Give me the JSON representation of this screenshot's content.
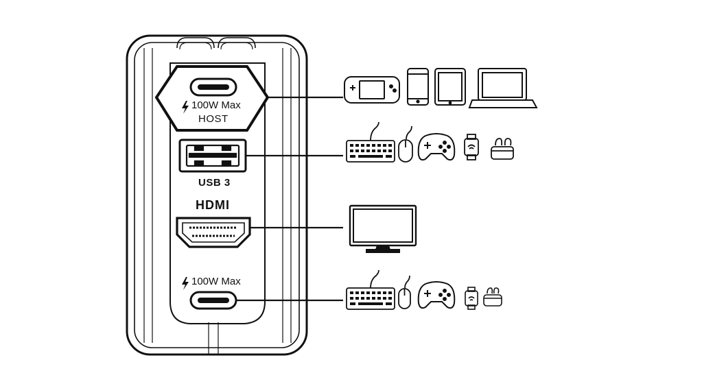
{
  "ports": [
    {
      "id": "usbc-host",
      "power_label": "100W Max",
      "role_label": "HOST",
      "icon": "lightning-bolt-icon"
    },
    {
      "id": "usb-a",
      "label": "USB 3"
    },
    {
      "id": "hdmi",
      "logo_text": "HDMI"
    },
    {
      "id": "usbc-power",
      "power_label": "100W Max",
      "icon": "lightning-bolt-icon"
    }
  ],
  "device_groups": [
    {
      "port": "usbc-host",
      "devices": [
        "handheld-console-icon",
        "smartphone-icon",
        "tablet-icon",
        "laptop-icon"
      ]
    },
    {
      "port": "usb-a",
      "devices": [
        "keyboard-icon",
        "mouse-icon",
        "gamepad-icon",
        "smartwatch-icon",
        "earbuds-icon"
      ]
    },
    {
      "port": "hdmi",
      "devices": [
        "monitor-icon"
      ]
    },
    {
      "port": "usbc-power",
      "devices": [
        "keyboard-icon",
        "mouse-icon",
        "gamepad-icon",
        "smartwatch-icon",
        "earbuds-icon"
      ]
    }
  ],
  "colors": {
    "stroke": "#111111",
    "background": "#ffffff",
    "device_gray": "#e9e9e9"
  }
}
